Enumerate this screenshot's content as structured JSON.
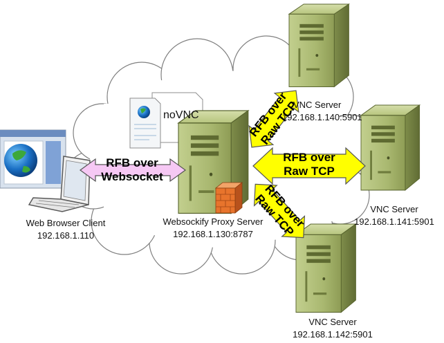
{
  "colors": {
    "cloud_stroke": "#7f7f7f",
    "server_body": "#a9b870",
    "server_dark": "#7e8c4a",
    "arrow_yellow": "#ffff00",
    "arrow_pink": "#f6c8f4",
    "arrow_stroke": "#555555",
    "firewall": "#e8742c"
  },
  "client": {
    "icon": "laptop-browser-icon",
    "name": "Web Browser Client",
    "ip": "192.168.1.110"
  },
  "novnc": {
    "icon": "document-globe-icon",
    "label": "noVNC"
  },
  "proxy": {
    "icon": "server-tower-icon",
    "firewall_icon": "firewall-icon",
    "name": "Websockify Proxy Server",
    "ip": "192.168.1.130:8787"
  },
  "servers": [
    {
      "icon": "server-tower-icon",
      "name": "VNC Server",
      "ip": "192.168.1.140:5901"
    },
    {
      "icon": "server-tower-icon",
      "name": "VNC Server",
      "ip": "192.168.1.141:5901"
    },
    {
      "icon": "server-tower-icon",
      "name": "VNC Server",
      "ip": "192.168.1.142:5901"
    }
  ],
  "links": [
    {
      "from": "client",
      "to": "proxy",
      "line1": "RFB over",
      "line2": "Websocket"
    },
    {
      "from": "proxy",
      "to": "server-140",
      "line1": "RFB over",
      "line2": "Raw TCP"
    },
    {
      "from": "proxy",
      "to": "server-141",
      "line1": "RFB over",
      "line2": "Raw TCP"
    },
    {
      "from": "proxy",
      "to": "server-142",
      "line1": "RFB over",
      "line2": "Raw TCP"
    }
  ]
}
